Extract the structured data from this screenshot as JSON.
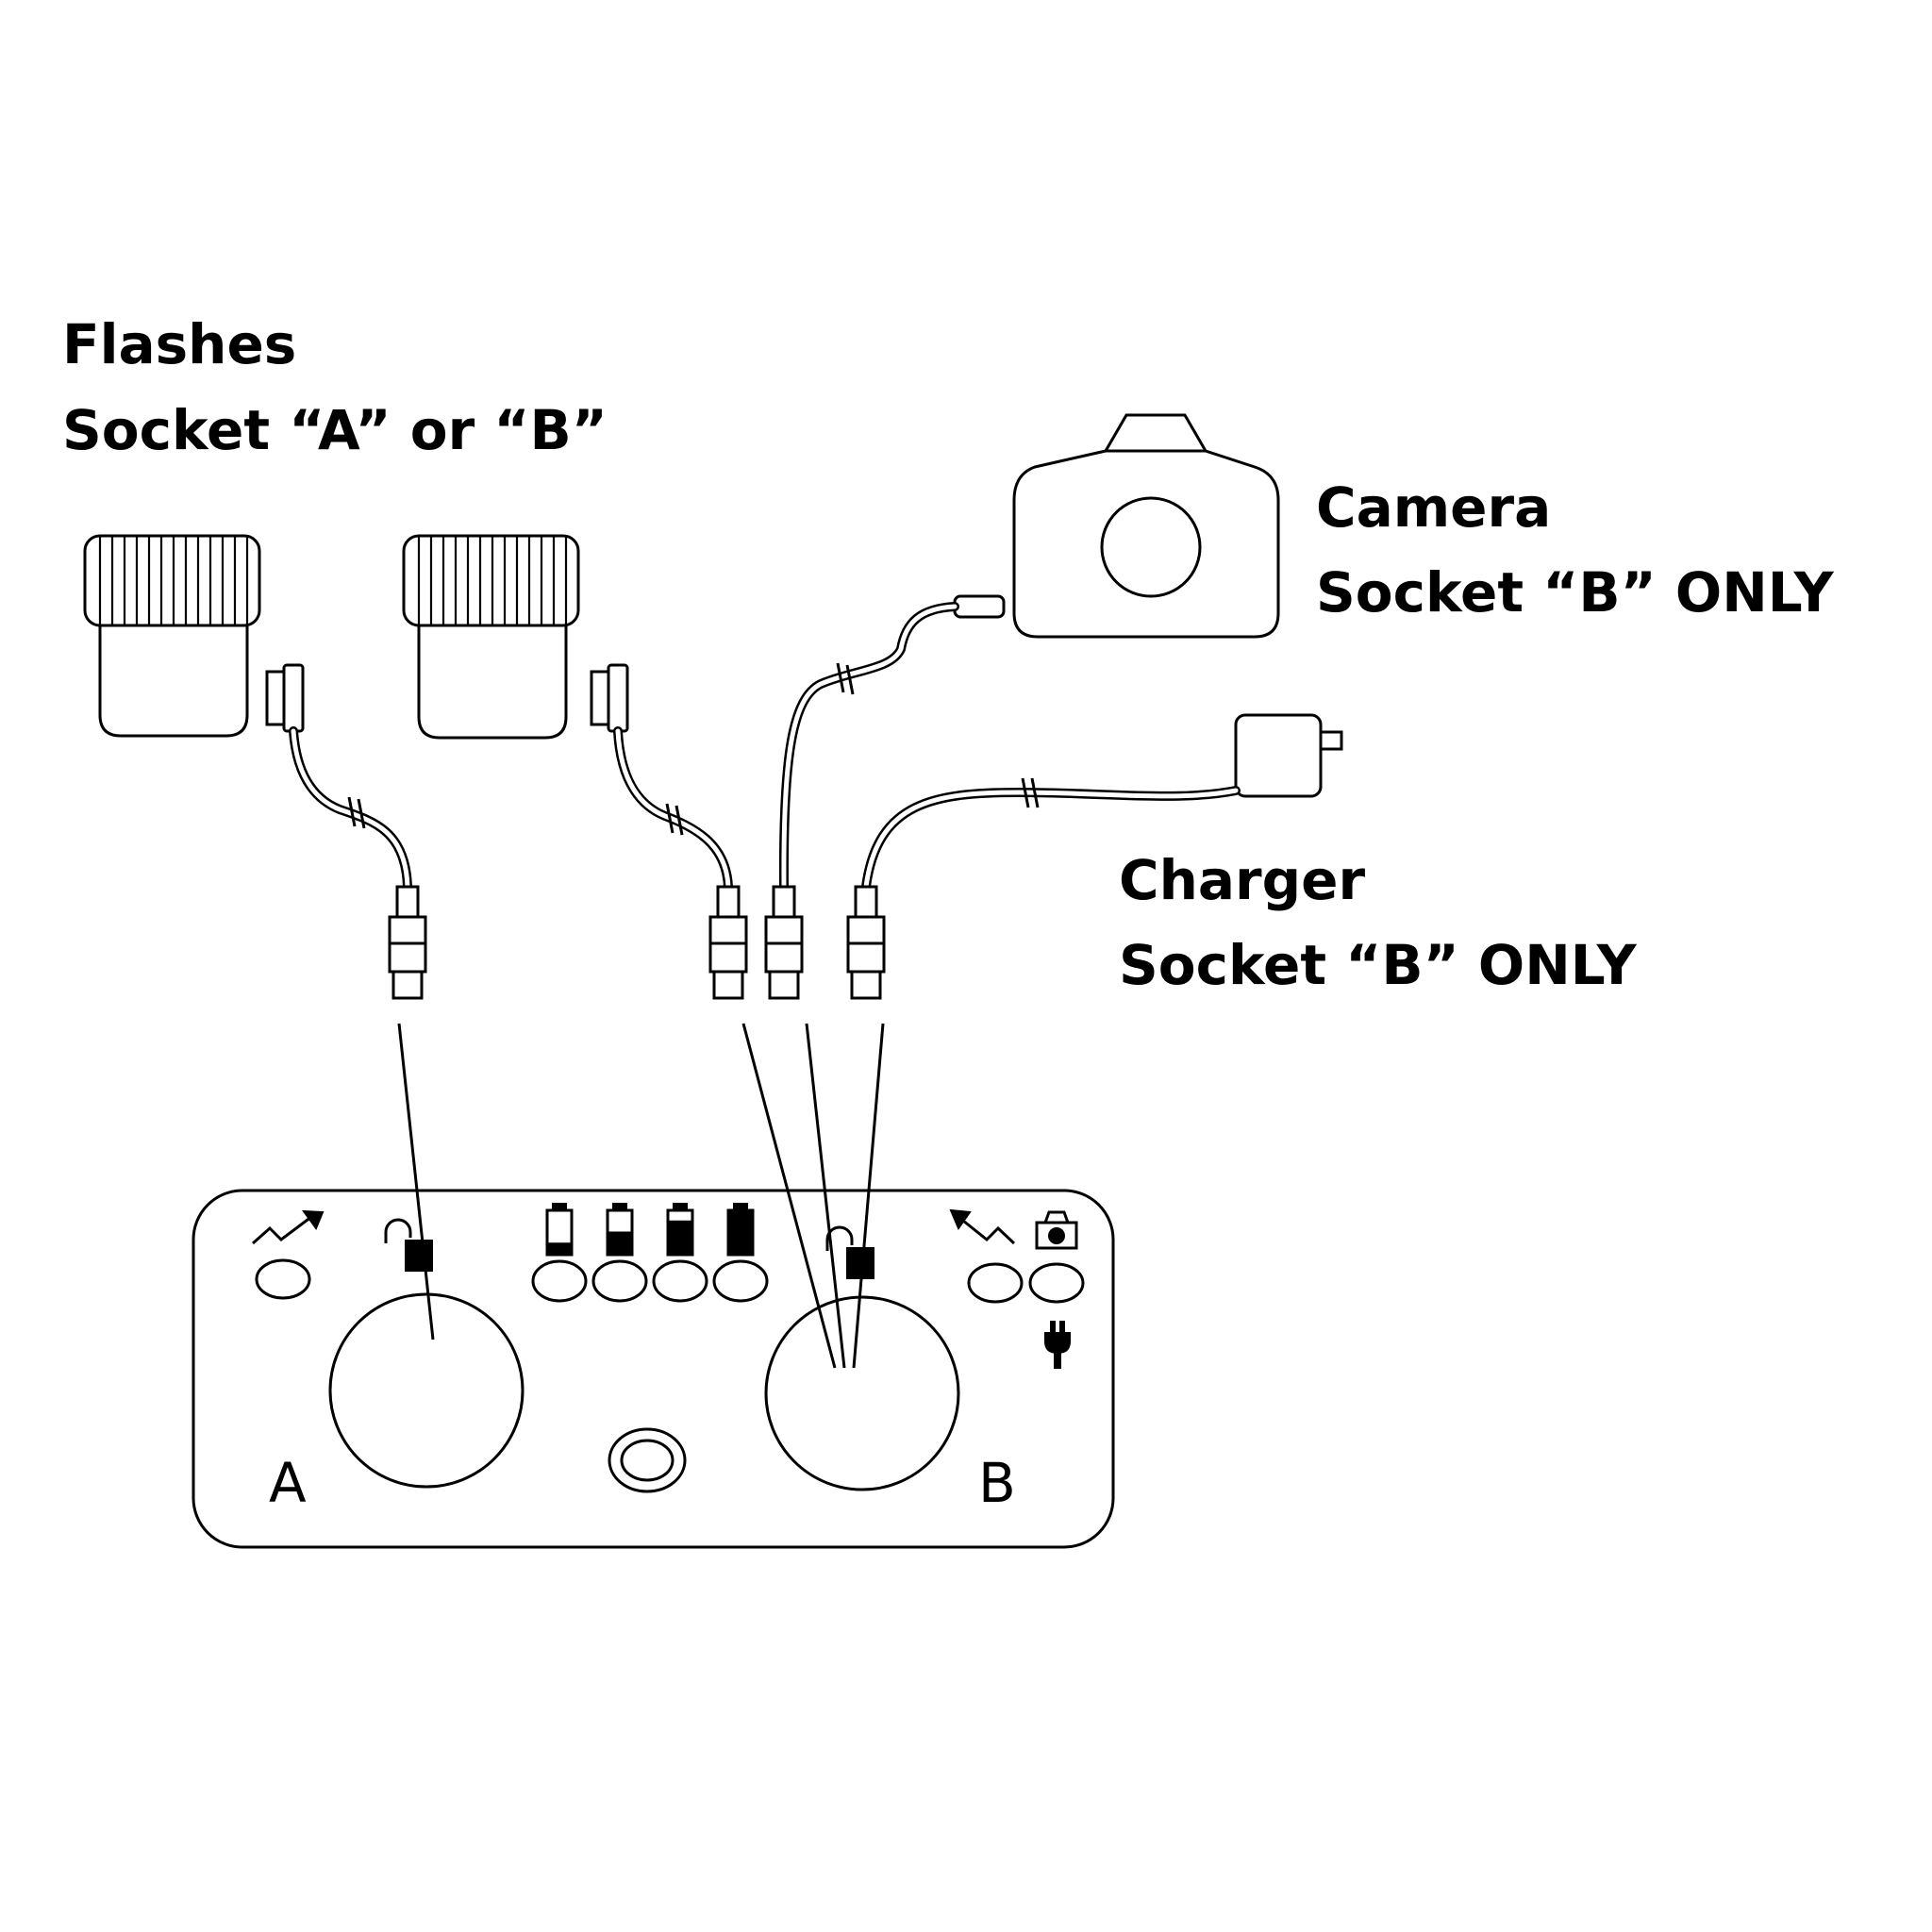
{
  "labels": {
    "flashes_title": "Flashes",
    "flashes_socket": "Socket “A” or “B”",
    "camera_title": "Camera",
    "camera_socket": "Socket “B” ONLY",
    "charger_title": "Charger",
    "charger_socket": "Socket “B” ONLY"
  },
  "panel": {
    "socket_a_label": "A",
    "socket_b_label": "B"
  },
  "battery_levels": [
    0.25,
    0.5,
    0.75,
    1.0
  ],
  "icons": [
    "flash-a-signal-icon",
    "lock-a-icon",
    "battery-level-icon",
    "lock-b-icon",
    "flash-b-signal-icon",
    "camera-icon",
    "plug-icon"
  ]
}
